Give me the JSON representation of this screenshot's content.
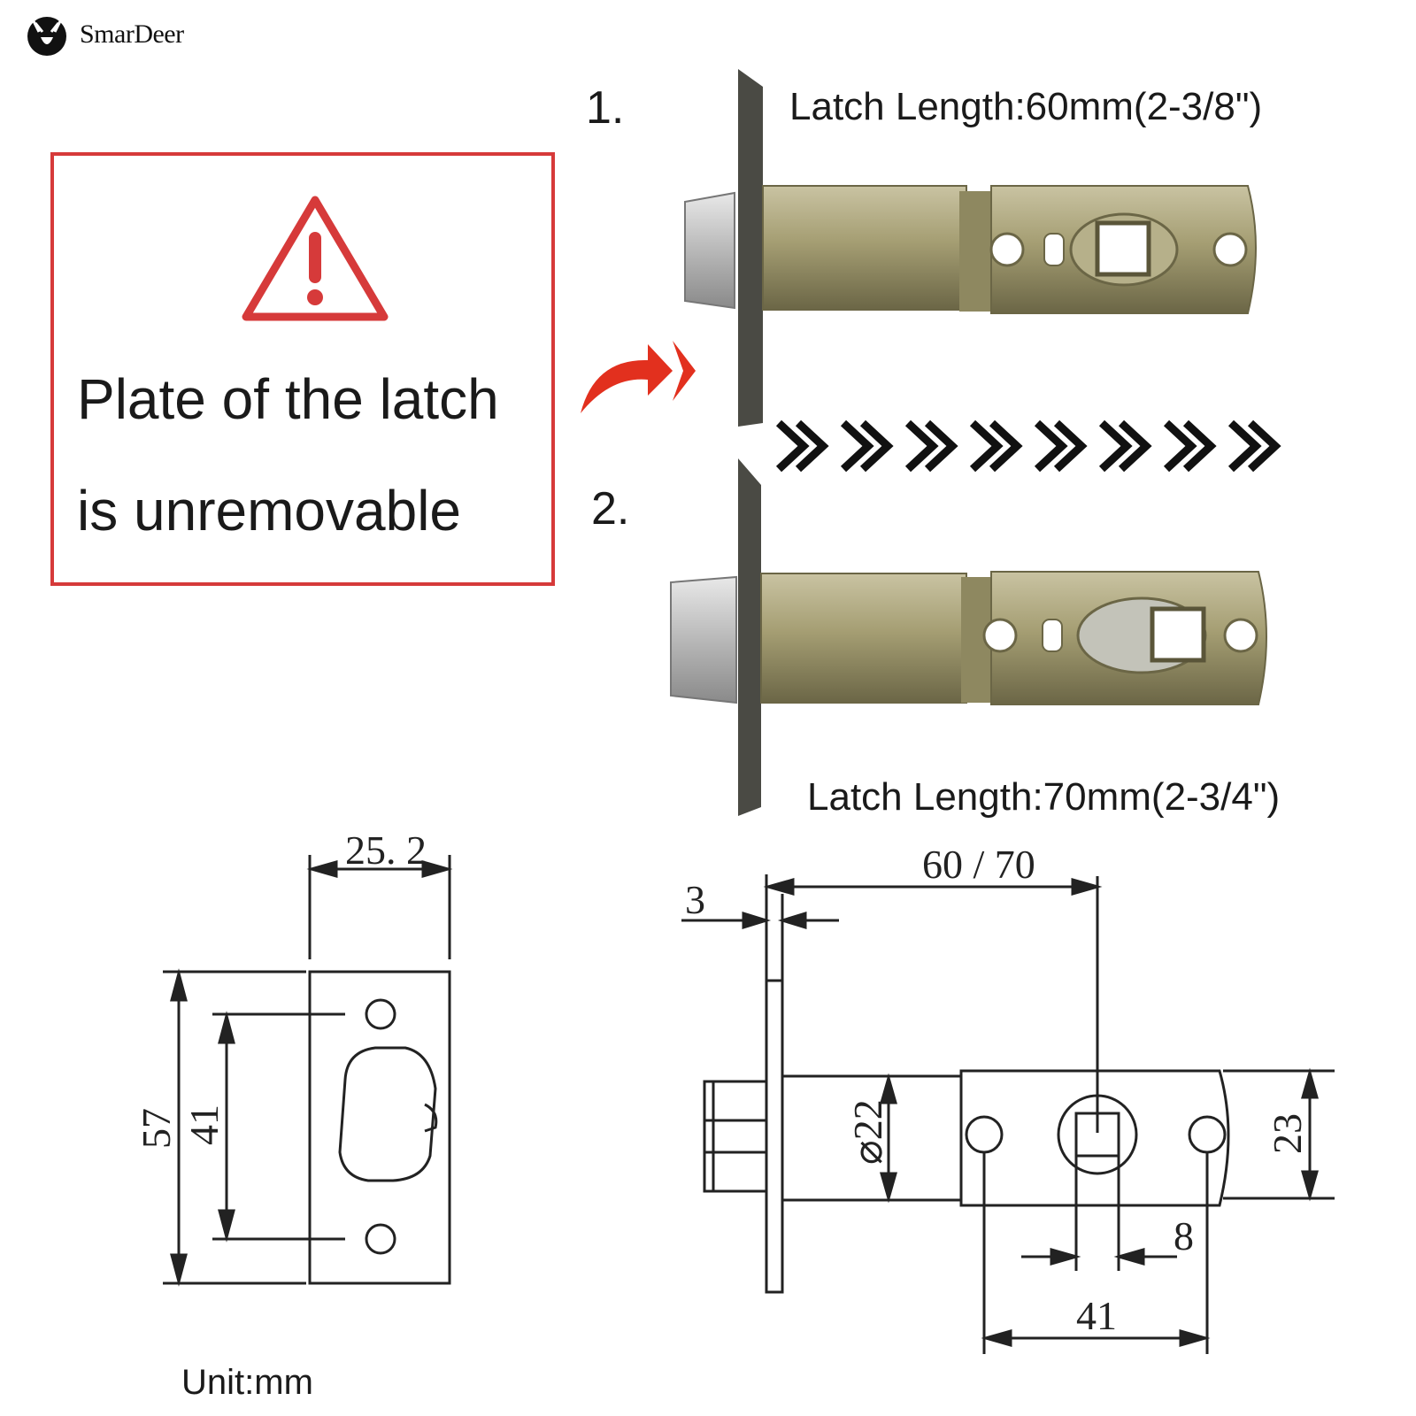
{
  "brand": {
    "name": "SmarDeer",
    "logo_icon": "deer-head-icon"
  },
  "warning": {
    "icon": "warning-triangle-icon",
    "color": "#d63a3a",
    "line1": "Plate of the latch",
    "line2": "is unremovable"
  },
  "steps": [
    {
      "number": "1.",
      "label": "Latch Length:60mm(2-3/8\")"
    },
    {
      "number": "2.",
      "label": "Latch Length:70mm(2-3/4\")"
    }
  ],
  "arrows": {
    "curved_arrow_icon": "curved-red-arrow-icon",
    "chevron_icon": "double-chevron-right-icon",
    "chevron_count": 8
  },
  "drawing_front": {
    "width": "25. 2",
    "height_total": "57",
    "hole_spacing": "41"
  },
  "drawing_side": {
    "plate_thickness": "3",
    "latch_length": "60 / 70",
    "diameter": "⌀22",
    "height": "23",
    "square": "8",
    "hole_spacing": "41"
  },
  "unit": "Unit:mm"
}
